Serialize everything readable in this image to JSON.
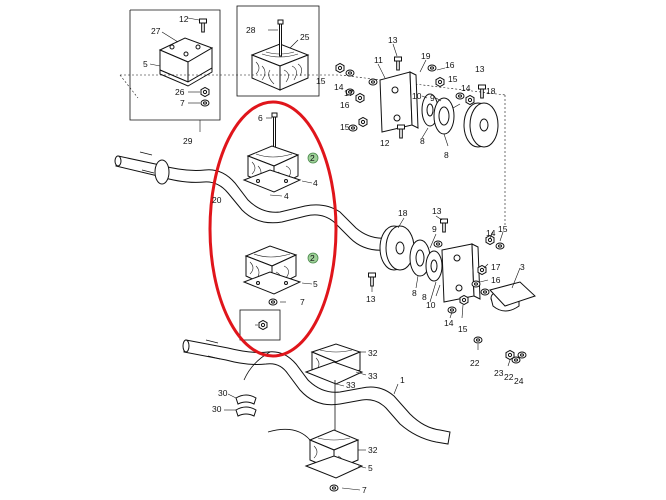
{
  "colors": {
    "highlight": "#e0151b",
    "badge_fill": "#9fd19a",
    "badge_stroke": "#4a8a4a",
    "ink": "#111111"
  },
  "labels": {
    "l12a": "12",
    "l27": "27",
    "l5a": "5",
    "l26": "26",
    "l7a": "7",
    "l29": "29",
    "l28": "28",
    "l25": "25",
    "l13a": "13",
    "l11": "11",
    "l19": "19",
    "l16a": "16",
    "l15a": "15",
    "l15b": "15",
    "l14a": "14",
    "l17a": "17",
    "l16b": "16",
    "l10a": "10",
    "l9a": "9",
    "l15c": "15",
    "l12b": "12",
    "l8a": "8",
    "l8b": "8",
    "l13b": "13",
    "l18a": "18",
    "l14b": "14",
    "l6": "6",
    "l4a": "4",
    "l4b": "4",
    "l20": "20",
    "l5b": "5",
    "l7b": "7",
    "l2a": "2",
    "l2b": "2",
    "l18b": "18",
    "l13c": "13",
    "l9b": "9",
    "l14c": "14",
    "l15d": "15",
    "l17b": "17",
    "l16c": "16",
    "l3": "3",
    "l13d": "13",
    "l8c": "8",
    "l10b": "10",
    "l8d": "8",
    "l14d": "14",
    "l15e": "15",
    "l22a": "22",
    "l23": "23",
    "l22b": "22",
    "l24": "24",
    "l32a": "32",
    "l33a": "33",
    "l33b": "33",
    "l1": "1",
    "l30a": "30",
    "l30b": "30",
    "l32b": "32",
    "l5c": "5",
    "l7c": "7"
  }
}
